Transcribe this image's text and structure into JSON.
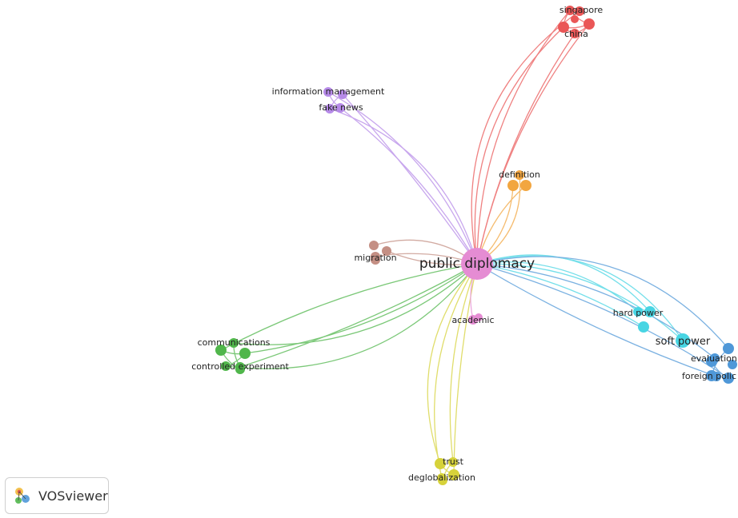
{
  "brand": {
    "name": "VOSviewer"
  },
  "colors": {
    "pink": "#e58cd3",
    "red": "#ea5757",
    "purple": "#b68ae8",
    "orange": "#f2a640",
    "brown": "#c48f84",
    "green": "#50b64b",
    "cyan": "#48d5e3",
    "blue": "#4f98d8",
    "yellow": "#d6d23a"
  },
  "nodes": [
    {
      "id": "public-diplomacy",
      "label": "public diplomacy",
      "color": "pink"
    },
    {
      "id": "singapore",
      "label": "singapore",
      "color": "red"
    },
    {
      "id": "china",
      "label": "china",
      "color": "red"
    },
    {
      "id": "information-management",
      "label": "information management",
      "color": "purple"
    },
    {
      "id": "fake-news",
      "label": "fake news",
      "color": "purple"
    },
    {
      "id": "definition",
      "label": "definition",
      "color": "orange"
    },
    {
      "id": "migration",
      "label": "migration",
      "color": "brown"
    },
    {
      "id": "academic",
      "label": "academic",
      "color": "pink"
    },
    {
      "id": "communications",
      "label": "communications",
      "color": "green"
    },
    {
      "id": "controlled-experiment",
      "label": "controlled experiment",
      "color": "green"
    },
    {
      "id": "hard-power",
      "label": "hard power",
      "color": "cyan"
    },
    {
      "id": "soft-power",
      "label": "soft power",
      "color": "cyan"
    },
    {
      "id": "evaluation",
      "label": "evaluation",
      "color": "blue"
    },
    {
      "id": "foreign-policy",
      "label": "foreign polic",
      "color": "blue"
    },
    {
      "id": "trust",
      "label": "trust",
      "color": "yellow"
    },
    {
      "id": "deglobalization",
      "label": "deglobalization",
      "color": "yellow"
    }
  ]
}
